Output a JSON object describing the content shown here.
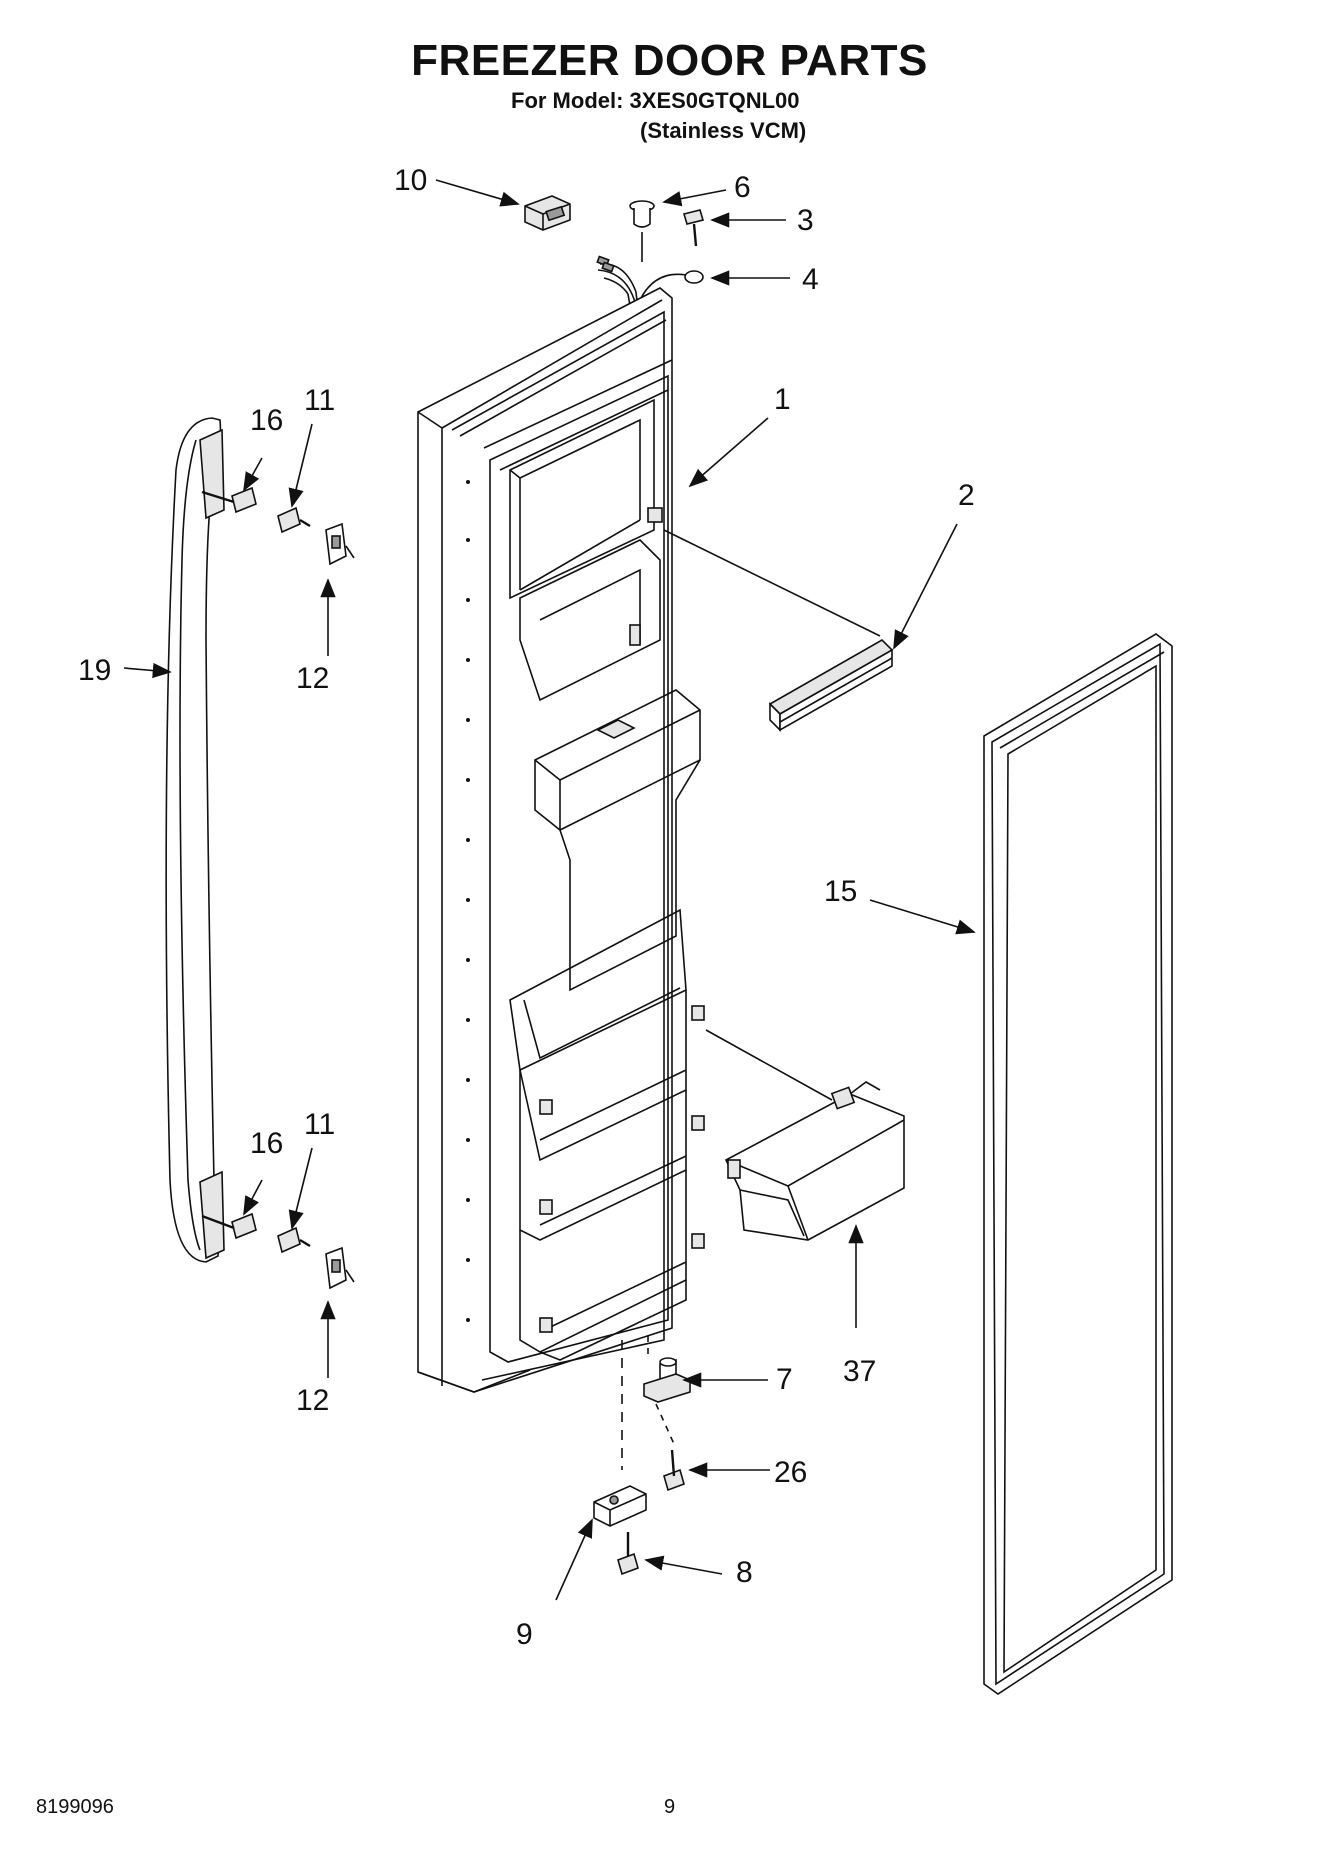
{
  "title": "FREEZER DOOR PARTS",
  "model_line": "For Model: 3XES0GTQNL00",
  "variant_line": "(Stainless VCM)",
  "footer": {
    "doc_number": "8199096",
    "page_number": "9"
  },
  "callouts": {
    "p1": "1",
    "p2": "2",
    "p3": "3",
    "p4": "4",
    "p6": "6",
    "p7": "7",
    "p8": "8",
    "p9": "9",
    "p10": "10",
    "p11_top": "11",
    "p11_bottom": "11",
    "p12_top": "12",
    "p12_bottom": "12",
    "p15": "15",
    "p16_top": "16",
    "p16_bottom": "16",
    "p19": "19",
    "p26": "26",
    "p37": "37"
  }
}
